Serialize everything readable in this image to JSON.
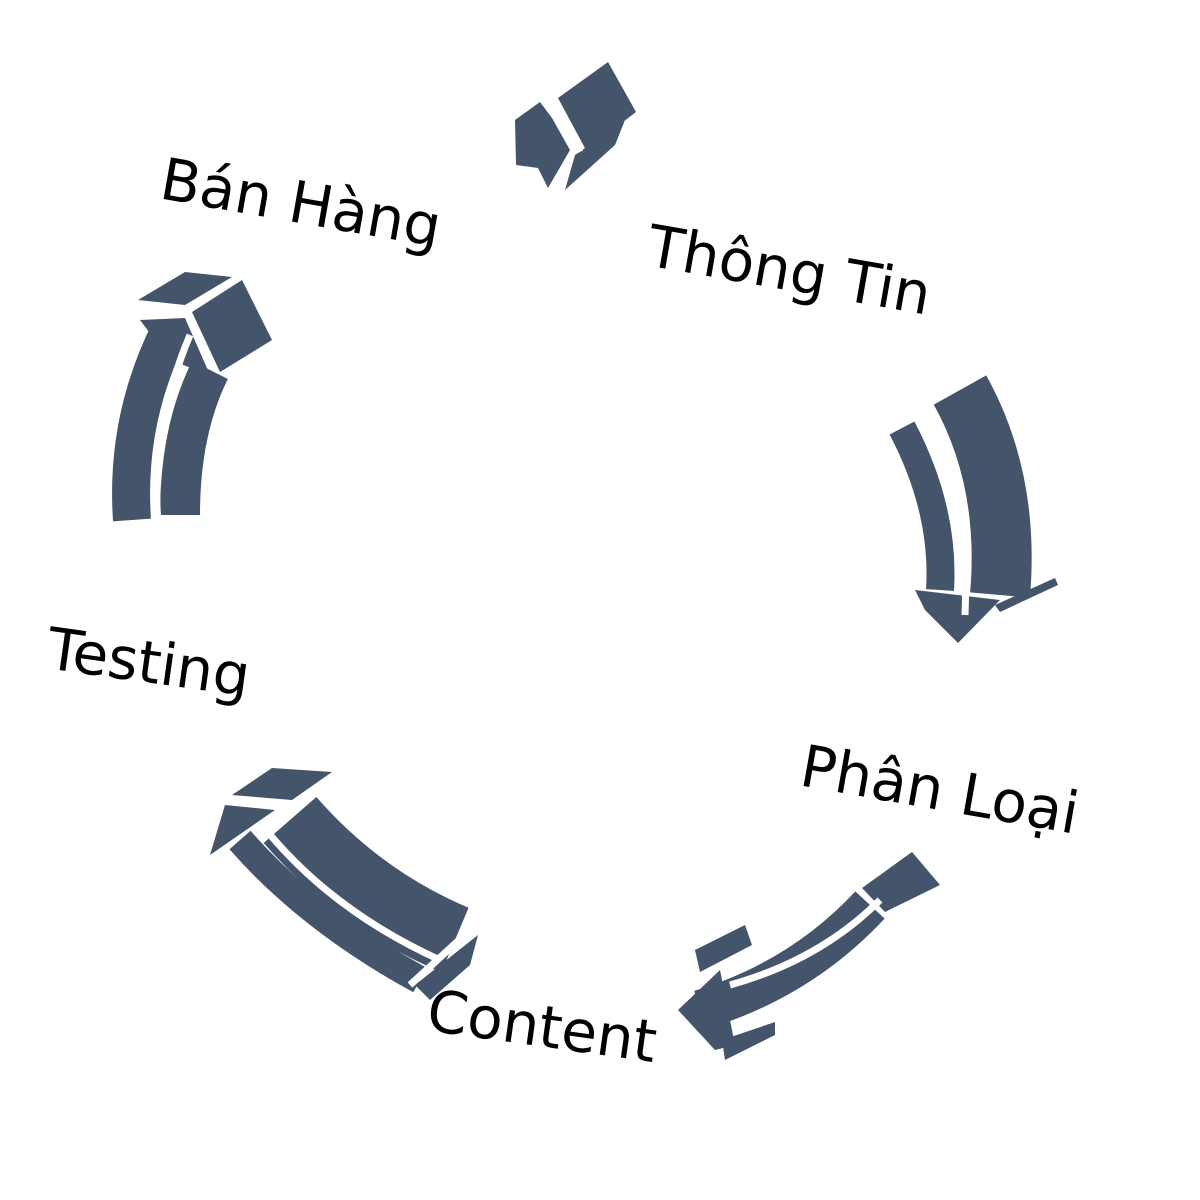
{
  "diagram": {
    "type": "cycle",
    "steps": [
      {
        "label": "Bán Hàng"
      },
      {
        "label": "Thông Tin"
      },
      {
        "label": "Phân Loại"
      },
      {
        "label": "Content"
      },
      {
        "label": "Testing"
      }
    ],
    "colors": {
      "arrow": "#44546A",
      "text": "#000000",
      "background": "#ffffff"
    }
  }
}
